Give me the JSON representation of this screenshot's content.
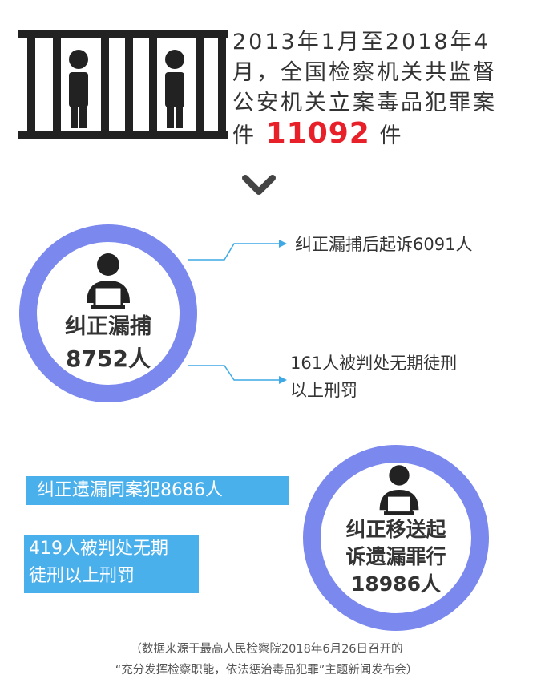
{
  "headline": {
    "text_before": "2013年1月至2018年4月，全国检察机关共监督公安机关立案毒品犯罪案件",
    "highlight_number": "11092",
    "text_after": "件"
  },
  "circle_left": {
    "title": "纠正漏捕",
    "value": "8752人"
  },
  "callout_top": "纠正漏捕后起诉6091人",
  "callout_bottom": {
    "line1": "161人被判处无期徒刑",
    "line2": "以上刑罚"
  },
  "blue_box_1": "纠正遗漏同案犯8686人",
  "blue_box_2": {
    "line1": "419人被判处无期",
    "line2": "徒刑以上刑罚"
  },
  "circle_right": {
    "line1": "纠正移送起",
    "line2": "诉遗漏罪行",
    "value": "18986人"
  },
  "footer": {
    "line1": "（数据来源于最高人民检察院2018年6月26日召开的",
    "line2": "“充分发挥检察职能，依法惩治毒品犯罪”主题新闻发布会）"
  },
  "colors": {
    "accent_red": "#e8202a",
    "ring_blue": "#7b88ee",
    "box_blue": "#4ab0ec",
    "line_blue": "#3fa9e6",
    "dark": "#222222"
  },
  "icons": [
    "prison-bars-icon",
    "chevron-down-icon",
    "person-laptop-icon",
    "arrow-right-icon"
  ]
}
